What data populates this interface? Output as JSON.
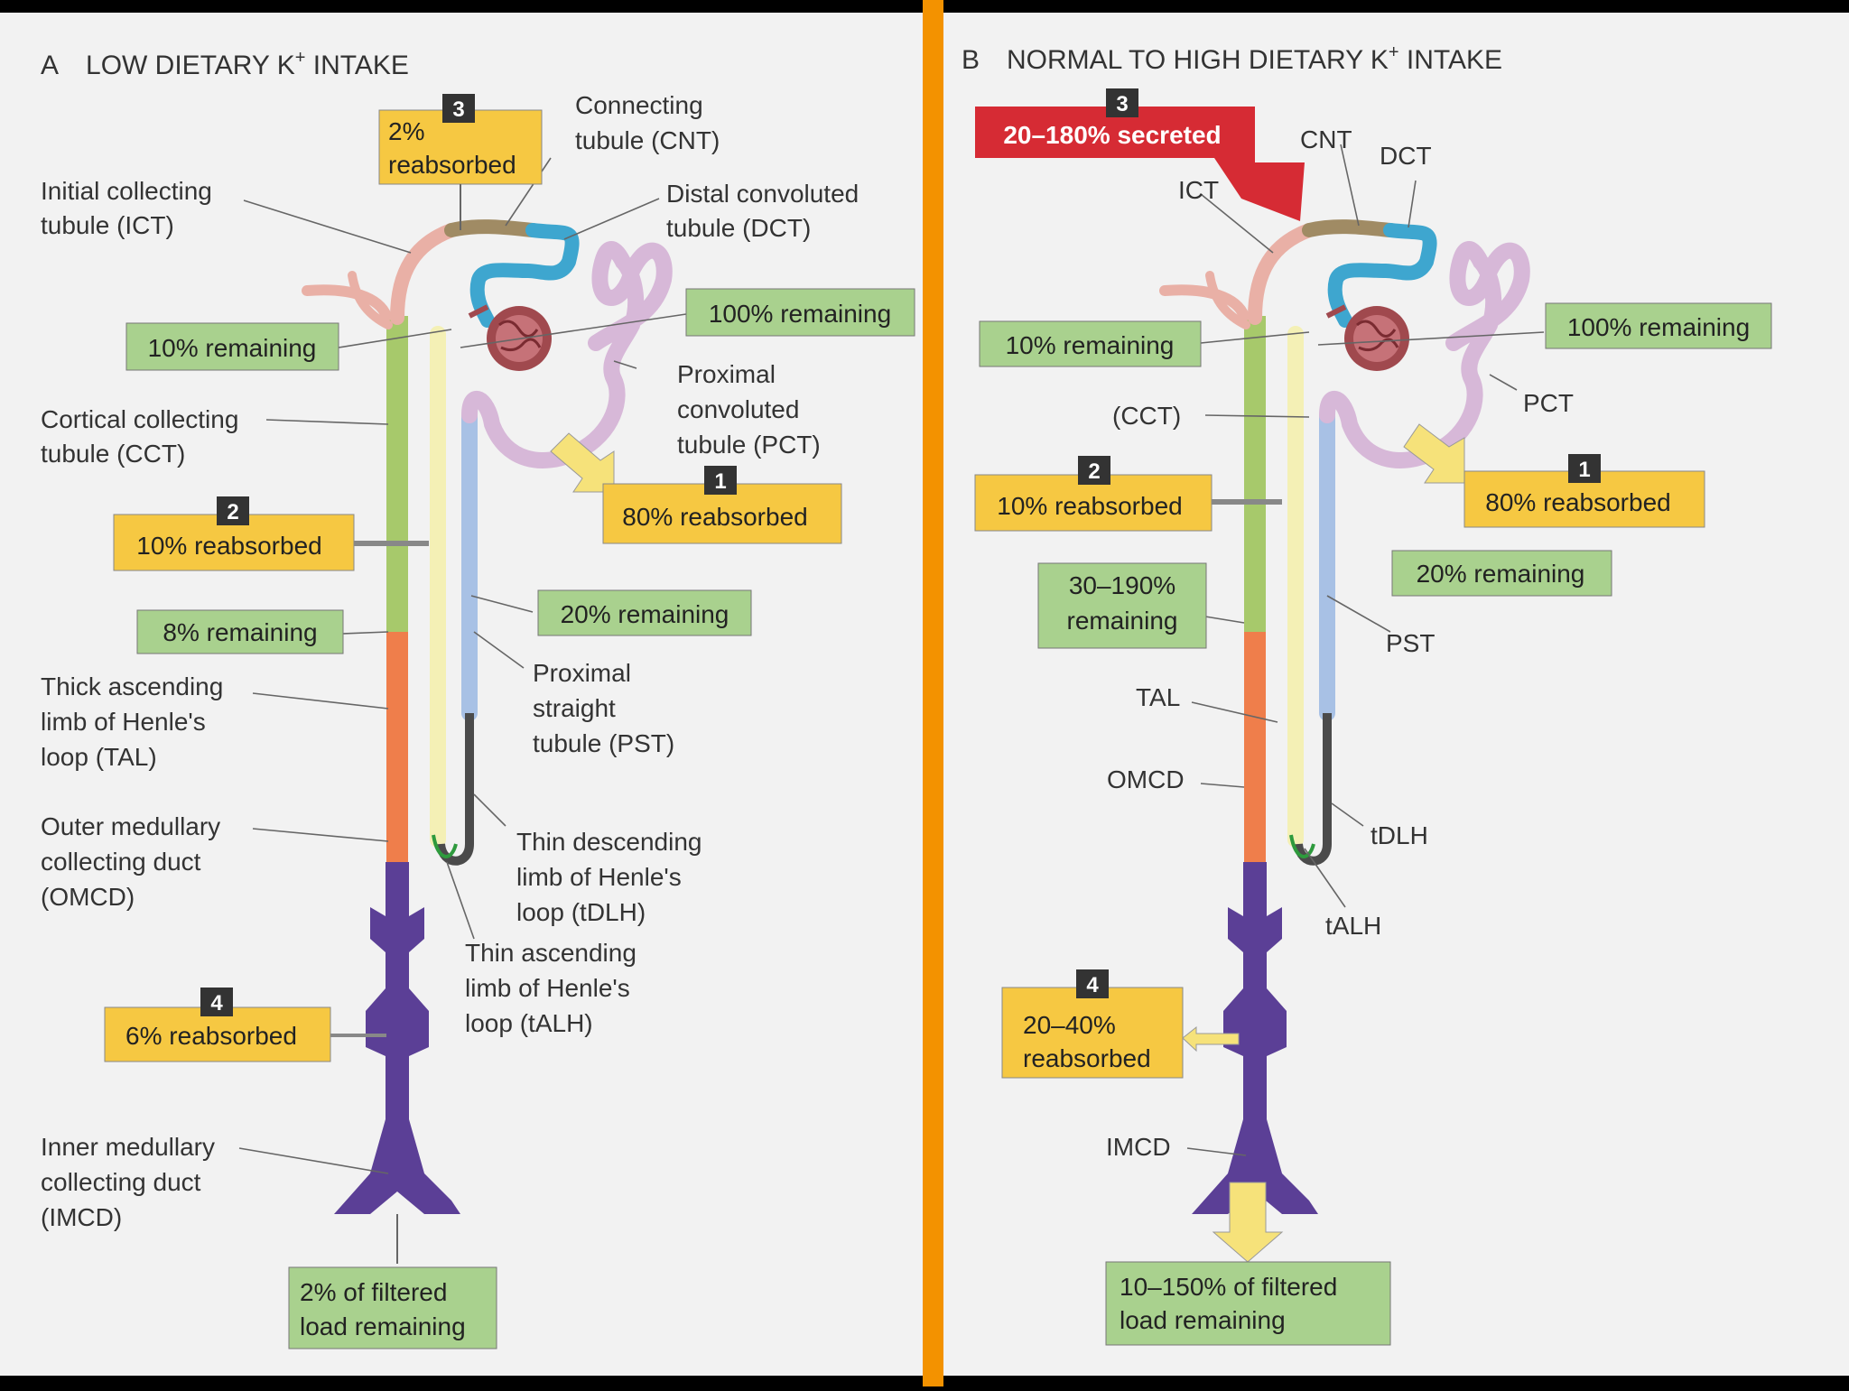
{
  "colors": {
    "green_box": "#a9d18e",
    "yellow_box": "#f6c842",
    "red_box": "#d62b34",
    "divider": "#f39200",
    "collecting_duct_dark": "#5b3f96",
    "tal": "#ef7e4b",
    "ccd": "#a7c96b",
    "pst": "#a8c1e5",
    "dct": "#3ea6cf",
    "ict": "#e9b0a6",
    "cnt": "#a08b64",
    "pct": "#d7b8d8"
  },
  "panel_a": {
    "title_letter": "A",
    "title_text": "LOW DIETARY K",
    "title_sup": "+",
    "title_suffix": " INTAKE",
    "labels": {
      "cnt_1": "Connecting",
      "cnt_2": "tubule (CNT)",
      "dct_1": "Distal convoluted",
      "dct_2": "tubule (DCT)",
      "ict_1": "Initial collecting",
      "ict_2": "tubule (ICT)",
      "cct_1": "Cortical collecting",
      "cct_2": "tubule (CCT)",
      "pct_1": "Proximal",
      "pct_2": "convoluted",
      "pct_3": "tubule (PCT)",
      "pst_1": "Proximal",
      "pst_2": "straight",
      "pst_3": "tubule (PST)",
      "tal_1": "Thick ascending",
      "tal_2": "limb of Henle's",
      "tal_3": "loop (TAL)",
      "omcd_1": "Outer medullary",
      "omcd_2": "collecting duct",
      "omcd_3": "(OMCD)",
      "tdlh_1": "Thin descending",
      "tdlh_2": "limb of Henle's",
      "tdlh_3": "loop (tDLH)",
      "talh_1": "Thin ascending",
      "talh_2": "limb of Henle's",
      "talh_3": "loop (tALH)",
      "imcd_1": "Inner medullary",
      "imcd_2": "collecting duct",
      "imcd_3": "(IMCD)"
    },
    "boxes": {
      "b3_num": "3",
      "b3_line1": "2%",
      "b3_line2": "reabsorbed",
      "rem100": "100% remaining",
      "rem10": "10% remaining",
      "b1_num": "1",
      "b1_text": "80% reabsorbed",
      "b2_num": "2",
      "b2_text": "10% reabsorbed",
      "rem20": "20% remaining",
      "rem8": "8% remaining",
      "b4_num": "4",
      "b4_text": "6% reabsorbed",
      "final_1": "2% of filtered",
      "final_2": "load remaining"
    }
  },
  "panel_b": {
    "title_letter": "B",
    "title_text": "NORMAL TO HIGH DIETARY K",
    "title_sup": "+",
    "title_suffix": " INTAKE",
    "labels": {
      "cnt": "CNT",
      "dct": "DCT",
      "ict": "ICT",
      "cct": "(CCT)",
      "pct": "PCT",
      "pst": "PST",
      "tal": "TAL",
      "omcd": "OMCD",
      "tdlh": "tDLH",
      "talh": "tALH",
      "imcd": "IMCD"
    },
    "boxes": {
      "b3_num": "3",
      "b3_text": "20–180% secreted",
      "rem100": "100% remaining",
      "rem10": "10% remaining",
      "b1_num": "1",
      "b1_text": "80% reabsorbed",
      "b2_num": "2",
      "b2_text": "10% reabsorbed",
      "rem20": "20% remaining",
      "rem_30_1": "30–190%",
      "rem_30_2": "remaining",
      "b4_num": "4",
      "b4_line1": "20–40%",
      "b4_line2": "reabsorbed",
      "final_1": "10–150% of filtered",
      "final_2": "load remaining"
    }
  }
}
